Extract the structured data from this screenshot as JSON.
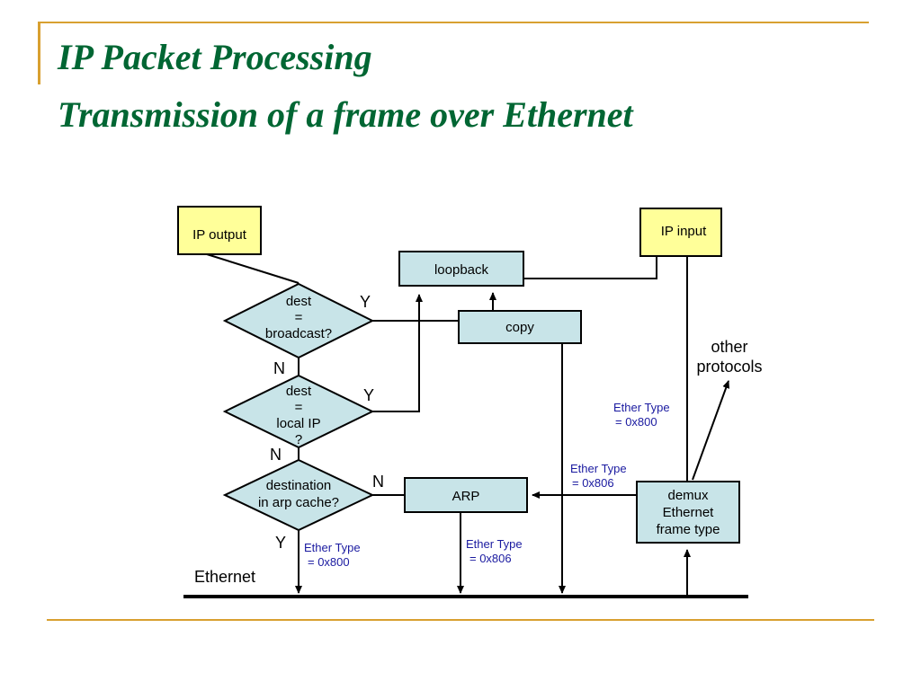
{
  "title": {
    "line1": "IP Packet Processing",
    "line2": "Transmission of a frame over Ethernet"
  },
  "diagram": {
    "ip_output": "IP output",
    "ip_input": "IP input",
    "loopback": "loopback",
    "copy": "copy",
    "arp": "ARP",
    "demux": [
      "demux",
      "Ethernet",
      "frame type"
    ],
    "decision_broadcast": [
      "dest",
      "=",
      "broadcast?"
    ],
    "decision_local": [
      "dest",
      "=",
      "local IP",
      "?"
    ],
    "decision_arp": [
      "destination",
      "in arp cache?"
    ],
    "yes": "Y",
    "no": "N",
    "other_protocols": [
      "other",
      "protocols"
    ],
    "ethertype_800_lines": [
      "Ether Type",
      "= 0x800"
    ],
    "ethertype_806_lines": [
      "Ether Type",
      "= 0x806"
    ],
    "ethernet": "Ethernet",
    "colors": {
      "process_box": "#C8E4E8",
      "io_box": "#FFFF99",
      "label_blue": "#1a1aa0"
    }
  }
}
